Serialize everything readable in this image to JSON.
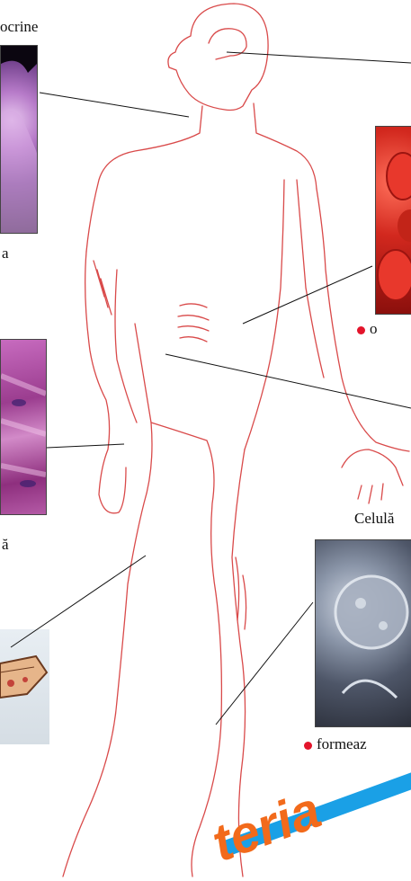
{
  "labels": {
    "endocrine": "ocrine",
    "glandular_caption": "a",
    "muscle_caption": "ă",
    "blood_note": "o",
    "white_cell_title": "Celulă",
    "white_cell_note": "formeaz"
  },
  "watermark": {
    "text": "teria"
  },
  "colors": {
    "body_outline": "#d94a4a",
    "bullet": "#e3142b",
    "watermark_orange": "#f26a1b",
    "watermark_blue": "#1aa0e6"
  }
}
